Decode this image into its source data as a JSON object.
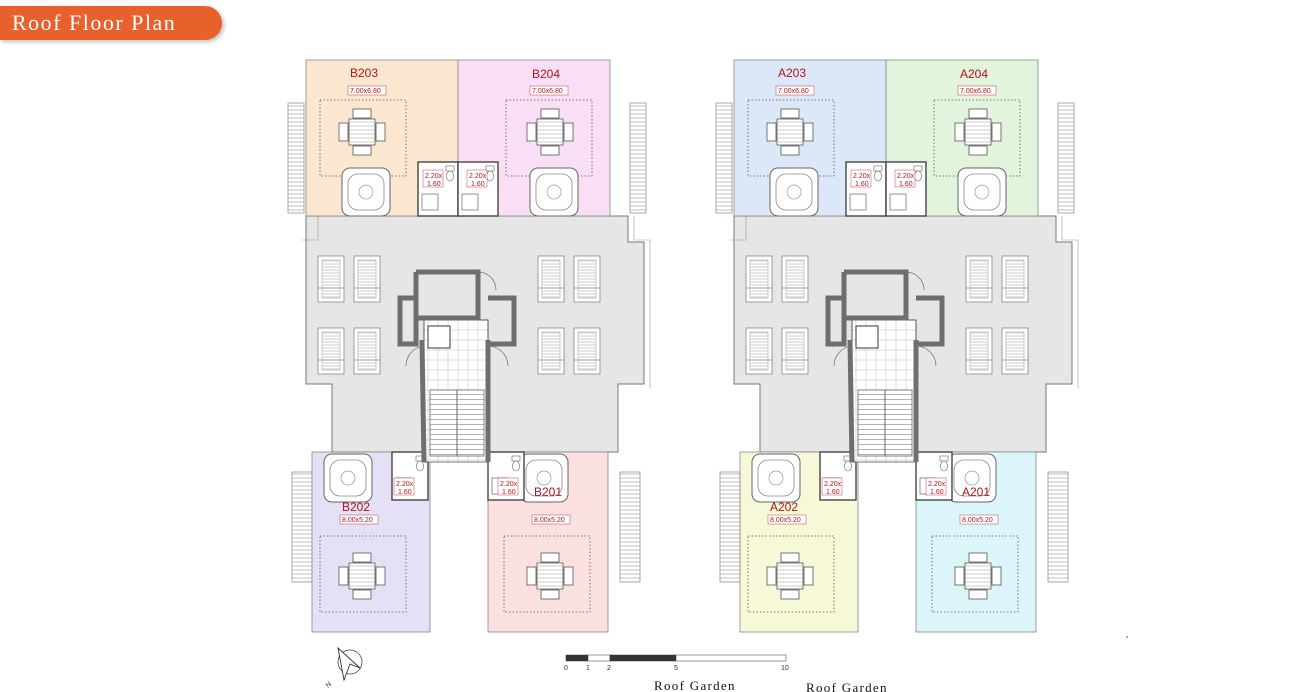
{
  "title": "Roof Floor Plan",
  "units": {
    "b203": {
      "name": "B203",
      "dim": "7.00x6.80",
      "color": "#fbe7cf"
    },
    "b204": {
      "name": "B204",
      "dim": "7.00x6.80",
      "color": "#f9dff5"
    },
    "a203": {
      "name": "A203",
      "dim": "7.00x6.80",
      "color": "#dce8f8"
    },
    "a204": {
      "name": "A204",
      "dim": "7.00x6.80",
      "color": "#e2f4dc"
    },
    "b202": {
      "name": "B202",
      "dim": "8.00x5.20",
      "color": "#e6e0f7"
    },
    "b201": {
      "name": "B201",
      "dim": "8.00x5.20",
      "color": "#fbe0e0"
    },
    "a202": {
      "name": "A202",
      "dim": "8.00x5.20",
      "color": "#f6f8d8"
    },
    "a201": {
      "name": "A201",
      "dim": "8.00x5.20",
      "color": "#dcf5fa"
    }
  },
  "bath": {
    "line1": "2.20x",
    "line2": "1.60"
  },
  "scale_bar": {
    "labels": [
      "0",
      "1",
      "2",
      "5",
      "10"
    ]
  },
  "captions": [
    "Roof Garden",
    "Roof Garden"
  ],
  "colors": {
    "accent": "#e8602c",
    "common": "#e6e6e6",
    "wall": "#6e6e6e",
    "label": "#b0141c"
  }
}
